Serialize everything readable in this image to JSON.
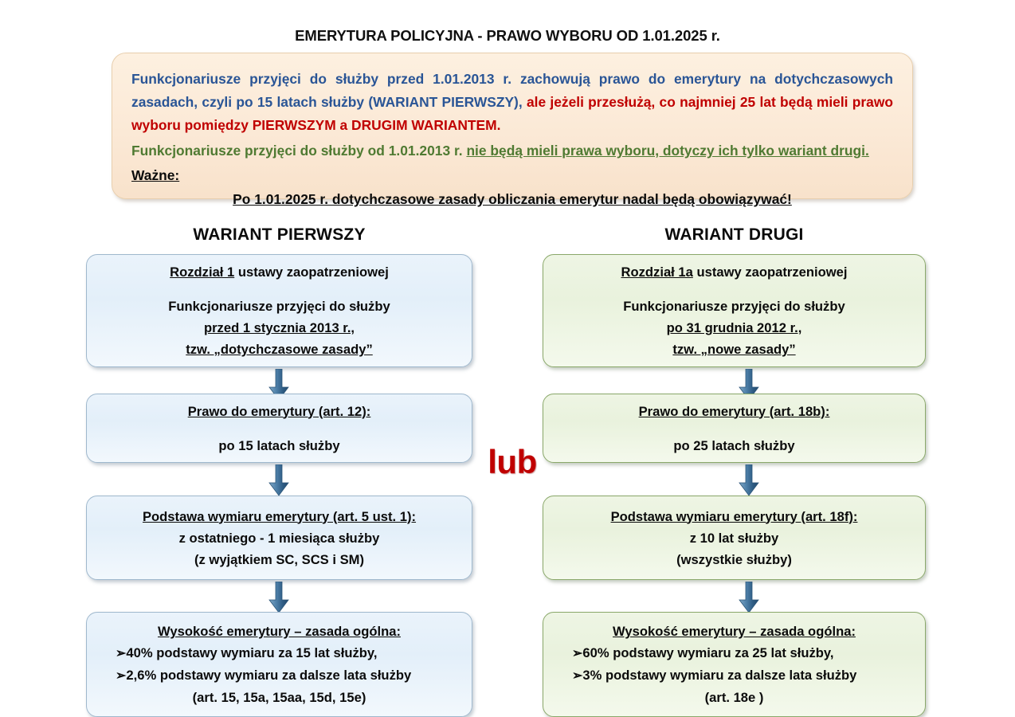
{
  "title": "EMERYTURA POLICYJNA  - PRAWO WYBORU OD 1.01.2025 r.",
  "colors": {
    "blue_text": "#2a5596",
    "red_text": "#c00000",
    "green_text": "#4f7a32",
    "black_text": "#0b0b0b",
    "intro_box_bg": "#fbe9d6",
    "blue_box_bg": "#e3eff9",
    "green_box_bg": "#e9f2dd",
    "arrow_blue": "#3a6e9e"
  },
  "intro": {
    "p1_blue_a": "Funkcjonariusze przyjęci do służby przed 1.01.2013 r. zachowują prawo do emerytury na dotychczasowych zasadach, czyli po 15 latach służby (WARIANT PIERWSZY), ",
    "p1_red_b": "ale jeżeli przesłużą, co najmniej 25 lat będą mieli prawo wyboru pomiędzy PIERWSZYM a DRUGIM WARIANTEM.",
    "p2_green_plain": "Funkcjonariusze przyjęci do służby od 1.01.2013 r. ",
    "p2_green_underlined": "nie będą mieli prawa wyboru, dotyczy ich tylko wariant drugi.",
    "wazne_label": "Ważne:",
    "wazne_text": "Po 1.01.2025 r. dotychczasowe zasady obliczania emerytur nadal będą obowiązywać!"
  },
  "middle_connector": "lub",
  "columns": [
    {
      "heading": "WARIANT PIERWSZY",
      "theme": "blue",
      "boxes": [
        {
          "name": "rozdzial-box",
          "lines": [
            {
              "text_underlined": "Rozdział 1",
              "text_plain": " ustawy zaopatrzeniowej"
            },
            {
              "spacer": true
            },
            {
              "text_plain": "Funkcjonariusze przyjęci do służby"
            },
            {
              "text_underlined": "przed 1 stycznia 2013 r.,"
            },
            {
              "text_underlined": "tzw. „dotychczasowe zasady”"
            }
          ]
        },
        {
          "name": "prawo-box",
          "lines": [
            {
              "text_underlined": "Prawo do emerytury (art. 12):"
            },
            {
              "spacer": true
            },
            {
              "text_plain": "po 15 latach służby"
            }
          ]
        },
        {
          "name": "podstawa-box",
          "lines": [
            {
              "text_underlined": "Podstawa wymiaru emerytury (art. 5 ust. 1):"
            },
            {
              "text_plain": "z ostatniego - 1 miesiąca służby"
            },
            {
              "text_plain": "(z wyjątkiem SC, SCS i SM)"
            }
          ]
        },
        {
          "name": "wysokosc-box",
          "lines": [
            {
              "text_underlined": "Wysokość emerytury – zasada ogólna:"
            },
            {
              "bullet": "➢",
              "text_plain": "40% podstawy wymiaru za 15 lat służby,"
            },
            {
              "bullet": "➢",
              "text_plain": "2,6% podstawy wymiaru za dalsze lata służby"
            },
            {
              "text_plain": "(art. 15, 15a, 15aa, 15d, 15e)"
            }
          ]
        }
      ]
    },
    {
      "heading": "WARIANT DRUGI",
      "theme": "green",
      "boxes": [
        {
          "name": "rozdzial-box",
          "lines": [
            {
              "text_underlined": "Rozdział 1a",
              "text_plain": " ustawy zaopatrzeniowej"
            },
            {
              "spacer": true
            },
            {
              "text_plain": "Funkcjonariusze przyjęci do służby"
            },
            {
              "text_underlined": "po 31 grudnia 2012 r.,"
            },
            {
              "text_underlined": "tzw. „nowe zasady”"
            }
          ]
        },
        {
          "name": "prawo-box",
          "lines": [
            {
              "text_underlined": "Prawo do emerytury (art. 18b):"
            },
            {
              "spacer": true
            },
            {
              "text_plain": "po 25 latach służby"
            }
          ]
        },
        {
          "name": "podstawa-box",
          "lines": [
            {
              "text_underlined": "Podstawa wymiaru emerytury (art. 18f):"
            },
            {
              "text_plain": "z 10 lat służby"
            },
            {
              "text_plain": "(wszystkie służby)"
            }
          ]
        },
        {
          "name": "wysokosc-box",
          "lines": [
            {
              "text_underlined": "Wysokość emerytury – zasada ogólna:"
            },
            {
              "bullet": "➢",
              "text_plain": "60% podstawy wymiaru za 25 lat służby,"
            },
            {
              "bullet": "➢",
              "text_plain": "3% podstawy wymiaru za dalsze lata służby"
            },
            {
              "text_plain": "(art. 18e )"
            }
          ]
        }
      ]
    }
  ]
}
